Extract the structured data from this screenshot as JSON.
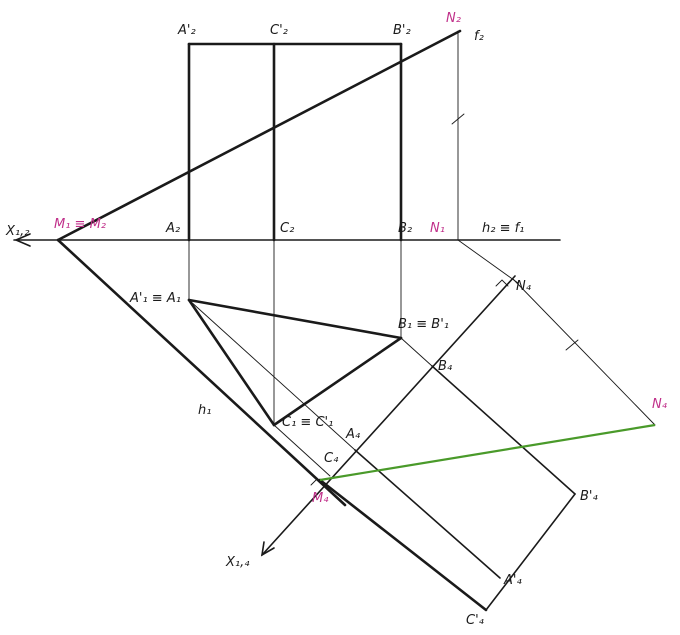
{
  "colors": {
    "ink": "#1a1a1a",
    "magenta": "#c0308a",
    "green": "#4a9a2a"
  },
  "labels": {
    "A2p": "A'₂",
    "C2p": "C'₂",
    "B2p": "B'₂",
    "N2": "N₂",
    "f2": "f₂",
    "X12": "X₁,₂",
    "M1M2": "M₁ ≡ M₂",
    "A2": "A₂",
    "C2": "C₂",
    "B2": "B₂",
    "N1": "N₁",
    "h2f1": "h₂ ≡ f₁",
    "A1": "A'₁ ≡ A₁",
    "B1": "B₁ ≡ B'₁",
    "C1": "C₁ ≡ C'₁",
    "N4": "N₄",
    "N4b": "N₄",
    "B4": "B₄",
    "A4": "A₄",
    "C4": "C₄",
    "h1": "h₁",
    "M4": "M₄",
    "B4p": "B'₄",
    "A4p": "A'₄",
    "C4p": "C'₄",
    "X14": "X₁,₄"
  }
}
